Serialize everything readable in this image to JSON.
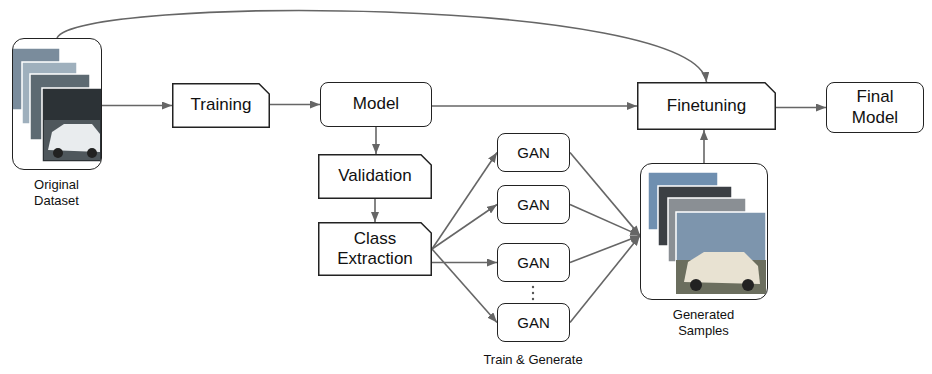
{
  "diagram": {
    "nodes": [
      {
        "text": [
          "Original Dataset"
        ]
      },
      {
        "text": [
          "Training"
        ]
      },
      {
        "text": [
          "Model"
        ]
      },
      {
        "text": [
          "Validation"
        ]
      },
      {
        "text": [
          "Class Extraction"
        ]
      },
      {
        "text": [
          "GAN"
        ]
      },
      {
        "text": [
          "GAN"
        ]
      },
      {
        "text": [
          "GAN"
        ]
      },
      {
        "text": [
          "GAN"
        ]
      },
      {
        "text": [
          "Finetuning"
        ]
      },
      {
        "text": [
          "Generated Samples"
        ]
      },
      {
        "text": [
          "Final Model"
        ]
      }
    ],
    "edges": [
      {
        "from": 0,
        "to": 1,
        "arrow": "to"
      },
      {
        "from": 0,
        "to": 9,
        "arrow": "to"
      },
      {
        "from": 1,
        "to": 2,
        "arrow": "to"
      },
      {
        "from": 2,
        "to": 9,
        "arrow": "to"
      },
      {
        "from": 2,
        "to": 3,
        "arrow": "to"
      },
      {
        "from": 3,
        "to": 4,
        "arrow": "to"
      },
      {
        "from": 4,
        "to": 5,
        "arrow": "to"
      },
      {
        "from": 4,
        "to": 6,
        "arrow": "to"
      },
      {
        "from": 4,
        "to": 7,
        "arrow": "to"
      },
      {
        "from": 4,
        "to": 8,
        "arrow": "to"
      },
      {
        "from": 5,
        "to": 10,
        "arrow": "to"
      },
      {
        "from": 6,
        "to": 10,
        "arrow": "to"
      },
      {
        "from": 7,
        "to": 10,
        "arrow": "to"
      },
      {
        "from": 8,
        "to": 10,
        "arrow": "to"
      },
      {
        "from": 10,
        "to": 9,
        "arrow": "to"
      },
      {
        "from": 9,
        "to": 11,
        "arrow": "to"
      }
    ],
    "labels": [
      "Train & Generate"
    ]
  }
}
